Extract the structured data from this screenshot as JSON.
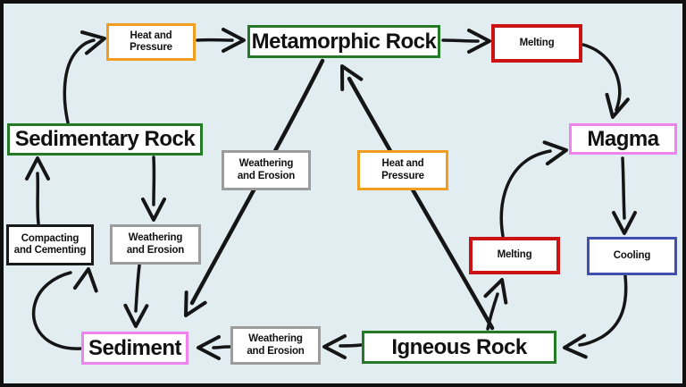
{
  "diagram_type": "rock-cycle-flowchart",
  "nodes": {
    "metamorphic": {
      "label": "Metamorphic Rock",
      "border": "#257a25"
    },
    "sedimentary": {
      "label": "Sedimentary Rock",
      "border": "#257a25"
    },
    "igneous": {
      "label": "Igneous Rock",
      "border": "#257a25"
    },
    "magma": {
      "label": "Magma",
      "border": "#ee82ee"
    },
    "sediment": {
      "label": "Sediment",
      "border": "#ee82ee"
    },
    "heat_pressure_top": {
      "line1": "Heat and",
      "line2": "Pressure",
      "border": "#f09d20"
    },
    "heat_pressure_center": {
      "line1": "Heat and",
      "line2": "Pressure",
      "border": "#f09d20"
    },
    "melting_top": {
      "label": "Melting",
      "border": "#cc1313"
    },
    "melting_bottom": {
      "label": "Melting",
      "border": "#cc1313"
    },
    "cooling": {
      "label": "Cooling",
      "border": "#4150b0"
    },
    "weathering_center": {
      "line1": "Weathering",
      "line2": "and Erosion",
      "border": "#9c9c9c"
    },
    "weathering_left": {
      "line1": "Weathering",
      "line2": "and Erosion",
      "border": "#9c9c9c"
    },
    "weathering_bottom": {
      "line1": "Weathering",
      "line2": "and Erosion",
      "border": "#9c9c9c"
    },
    "compacting": {
      "line1": "Compacting",
      "line2": "and Cementing",
      "border": "#1a1a1a"
    }
  },
  "edges": [
    {
      "from": "Sedimentary Rock",
      "via": "Heat and Pressure",
      "to": "Metamorphic Rock"
    },
    {
      "from": "Metamorphic Rock",
      "via": "Melting",
      "to": "Magma"
    },
    {
      "from": "Magma",
      "via": "Cooling",
      "to": "Igneous Rock"
    },
    {
      "from": "Igneous Rock",
      "via": "Melting",
      "to": "Magma"
    },
    {
      "from": "Igneous Rock",
      "via": "Heat and Pressure",
      "to": "Metamorphic Rock"
    },
    {
      "from": "Metamorphic Rock",
      "via": "Weathering and Erosion",
      "to": "Sediment"
    },
    {
      "from": "Igneous Rock",
      "via": "Weathering and Erosion",
      "to": "Sediment"
    },
    {
      "from": "Sedimentary Rock",
      "via": "Weathering and Erosion",
      "to": "Sediment"
    },
    {
      "from": "Sediment",
      "via": "Compacting and Cementing",
      "to": "Sedimentary Rock"
    }
  ],
  "colors": {
    "background": "#e2edf1",
    "frame": "#101010",
    "arrow": "#151515",
    "rock_green": "#257a25",
    "magma_pink": "#ee82ee",
    "process_orange": "#f09d20",
    "melting_red": "#cc1313",
    "cooling_blue": "#4150b0",
    "weathering_gray": "#9c9c9c",
    "compacting_black": "#1a1a1a"
  }
}
